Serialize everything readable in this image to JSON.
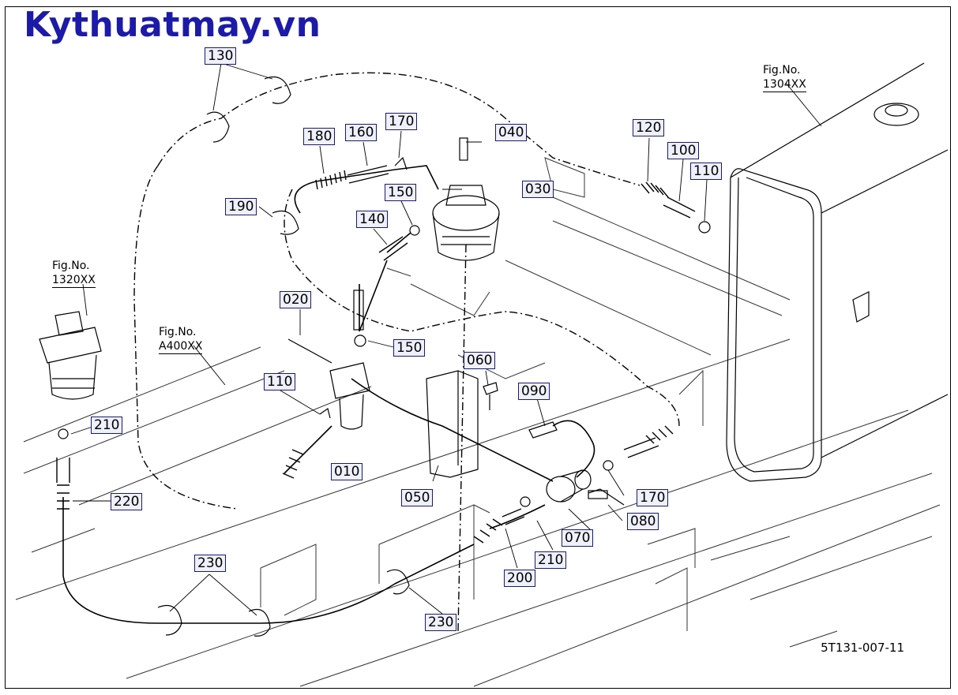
{
  "watermark": "Kythuatmay.vn",
  "drawing_number": "5T131-007-11",
  "fig_refs": {
    "fig1304": {
      "label": "Fig.No.",
      "code": "1304XX"
    },
    "fig1320": {
      "label": "Fig.No.",
      "code": "1320XX"
    },
    "figA400": {
      "label": "Fig.No.",
      "code": "A400XX"
    }
  },
  "parts": {
    "p010": "010",
    "p020": "020",
    "p030": "030",
    "p040": "040",
    "p050": "050",
    "p060": "060",
    "p070": "070",
    "p080": "080",
    "p090": "090",
    "p100": "100",
    "p110a": "110",
    "p110b": "110",
    "p120": "120",
    "p130": "130",
    "p140": "140",
    "p150a": "150",
    "p150b": "150",
    "p160": "160",
    "p170a": "170",
    "p170b": "170",
    "p180": "180",
    "p190": "190",
    "p200": "200",
    "p210a": "210",
    "p210b": "210",
    "p220": "220",
    "p230a": "230",
    "p230b": "230"
  }
}
